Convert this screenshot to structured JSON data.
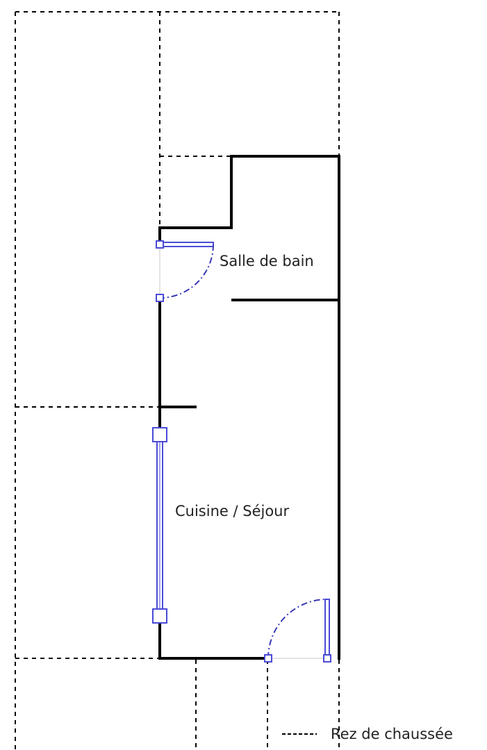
{
  "rooms": {
    "bathroom": "Salle de bain",
    "living": "Cuisine / Séjour"
  },
  "legend": {
    "ground_floor": "Rez de chaussée"
  },
  "colors": {
    "walls": "#000000",
    "openings": "#4a4ad6",
    "dashed_outline": "#000000"
  }
}
